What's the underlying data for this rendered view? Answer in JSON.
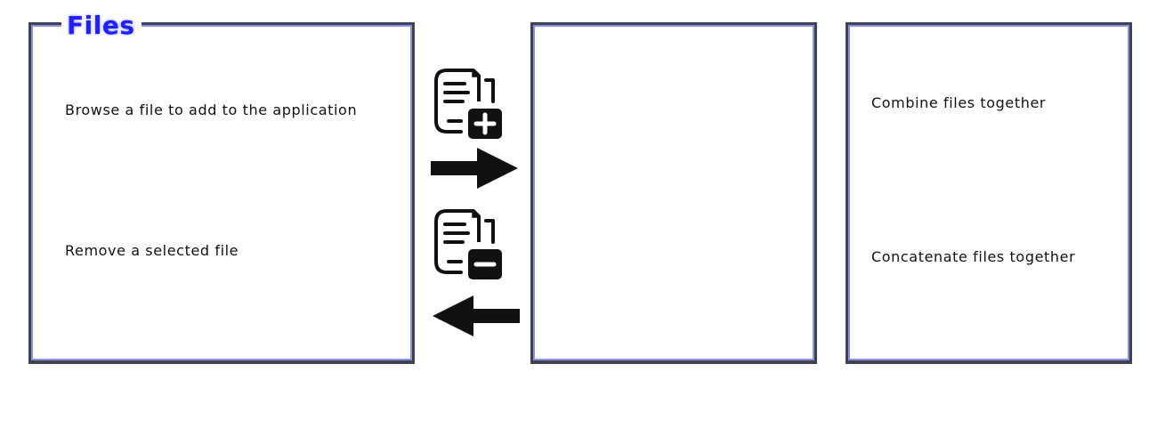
{
  "files_panel": {
    "title": "Files",
    "browse_label": "Browse a file to add to the application",
    "remove_label": "Remove a selected file"
  },
  "actions": {
    "add_file_icon": "file-add-icon",
    "remove_file_icon": "file-remove-icon",
    "move_right_icon": "arrow-right-icon",
    "move_left_icon": "arrow-left-icon"
  },
  "right_panel": {
    "combine_label": "Combine files together",
    "concatenate_label": "Concatenate files together"
  },
  "colors": {
    "title": "#1f1fff",
    "panel_border": "#3f4350",
    "panel_inner_border": "#8790e6",
    "icon": "#111111"
  }
}
